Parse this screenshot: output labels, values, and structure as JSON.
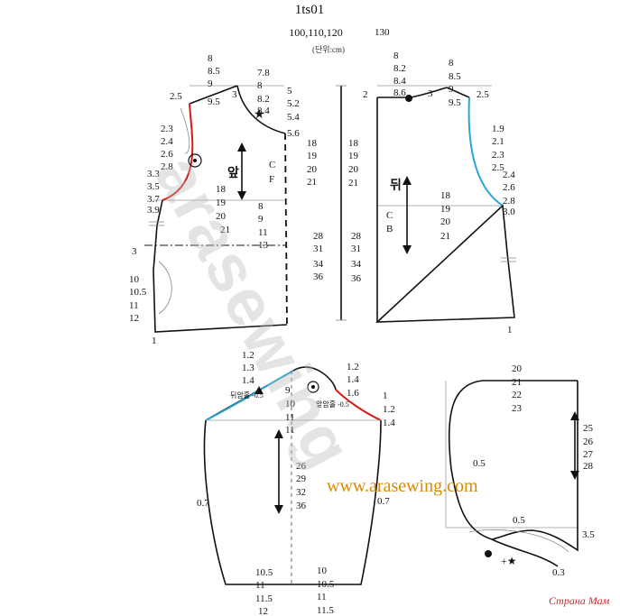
{
  "header": {
    "title": "1ts01",
    "sizes": "100,110,120",
    "extra_size": "130",
    "units": "(단위:cm)"
  },
  "watermark": {
    "text": "arasewing",
    "url": "www.arasewing.com"
  },
  "front": {
    "label": "앞",
    "center_mark_1": "C",
    "center_mark_2": "F",
    "shoulder_width_left": "2.5",
    "neck_width": [
      "8",
      "8.5",
      "9",
      "9.5"
    ],
    "neck_drop_top": "3",
    "neck_drop": [
      "7.8",
      "8",
      "8.2",
      "8.4"
    ],
    "shoulder_slope": [
      "5",
      "5.2",
      "5.4",
      "5.6"
    ],
    "armhole_width": [
      "2.3",
      "2.4",
      "2.6",
      "2.8"
    ],
    "armhole_lower": [
      "3.3",
      "3.5",
      "3.7",
      "3.9"
    ],
    "armhole_depth": [
      "18",
      "19",
      "20",
      "21"
    ],
    "side_depth": [
      "18",
      "19",
      "20",
      "21"
    ],
    "lower_cf": [
      "8",
      "9",
      "11",
      "13"
    ],
    "pocket_top": "3",
    "pocket": [
      "10",
      "10.5",
      "11",
      "12"
    ],
    "hem": "1"
  },
  "back": {
    "label": "뒤",
    "center_mark_1": "C",
    "center_mark_2": "B",
    "neck_left": "2",
    "neck_height": [
      "8",
      "8.2",
      "8.4",
      "8.6"
    ],
    "neck_rise": "3",
    "neck_width": [
      "8",
      "8.5",
      "9",
      "9.5"
    ],
    "shoulder_right": "2.5",
    "armhole_width": [
      "1.9",
      "2.1",
      "2.3",
      "2.5"
    ],
    "armhole_lower": [
      "2.4",
      "2.6",
      "2.8",
      "3.0"
    ],
    "armhole_depth": [
      "18",
      "19",
      "20",
      "21"
    ],
    "hem": "1"
  },
  "lengths": {
    "front_total": [
      "28",
      "31",
      "34",
      "36"
    ],
    "center_total": [
      "28",
      "31",
      "34",
      "36"
    ],
    "upper_cf": [
      "18",
      "19",
      "20",
      "21"
    ],
    "upper_mid": [
      "18",
      "19",
      "20",
      "21"
    ]
  },
  "sleeve": {
    "cap_left": [
      "1.2",
      "1.3",
      "1.4"
    ],
    "back_note": "뒤암홀 -0.5",
    "cap_center": [
      "9",
      "10",
      "11",
      "11"
    ],
    "cap_right_top": [
      "1.2",
      "1.4",
      "1.6"
    ],
    "front_note": "앞암홀 -0.5",
    "cap_right": [
      "1",
      "1.2",
      "1.4"
    ],
    "length": [
      "26",
      "29",
      "32",
      "36"
    ],
    "taper_left": "0.7",
    "taper_right": "0.7",
    "cuff_left": [
      "10.5",
      "11",
      "11.5",
      "12"
    ],
    "cuff_right": [
      "10",
      "10.5",
      "11",
      "11.5"
    ]
  },
  "collar": {
    "width": [
      "20",
      "21",
      "22",
      "23"
    ],
    "height": [
      "25",
      "26",
      "27",
      "28"
    ],
    "curve_offset": "0.5",
    "bottom_offset": "0.5",
    "corner": "3.5",
    "hem_offset": "0.3"
  },
  "logo": {
    "text": "Страна Мам"
  },
  "colors": {
    "front_armhole": "#d21c1c",
    "back_armhole": "#29a6d6",
    "website": "#d98a00",
    "logo": "#d02a2a"
  }
}
